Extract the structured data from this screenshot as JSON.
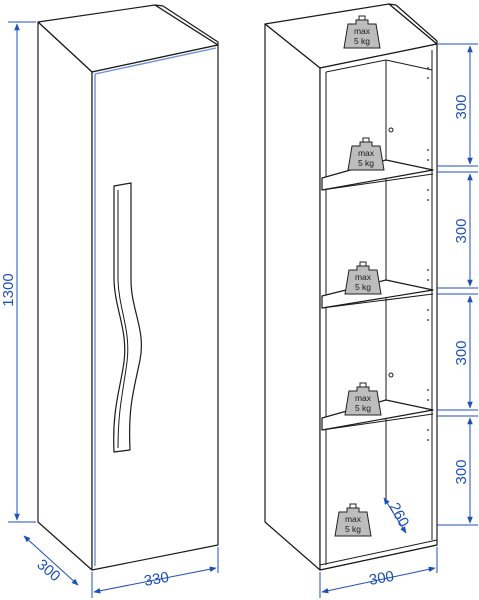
{
  "dimensions": {
    "height": "1300",
    "depth": "300",
    "width": "330",
    "inner_width": "300",
    "inner_depth": "260",
    "section_1": "300",
    "section_2": "300",
    "section_3": "300",
    "section_4": "300"
  },
  "weight_labels": {
    "top": {
      "line1": "max",
      "line2": "5 kg"
    },
    "shelf1": {
      "line1": "max",
      "line2": "5 kg"
    },
    "shelf2": {
      "line1": "max",
      "line2": "5 kg"
    },
    "shelf3": {
      "line1": "max",
      "line2": "5 kg"
    },
    "bottom": {
      "line1": "max",
      "line2": "5 kg"
    }
  },
  "colors": {
    "dimension": "#1f4fb8",
    "outline": "#1a1a1a",
    "weight_fill": "#bdbdbd"
  }
}
